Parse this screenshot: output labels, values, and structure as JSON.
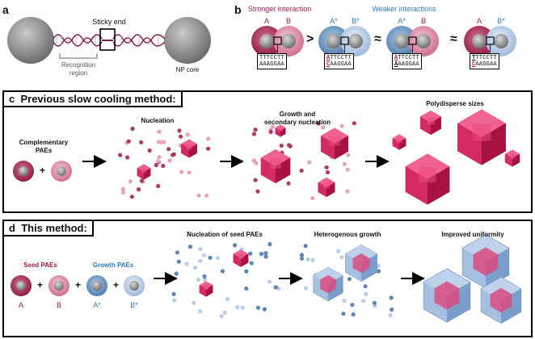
{
  "panel_a": {
    "letter": "a",
    "sticky_end": "Sticky end",
    "recognition_region": "Recognition\nregion",
    "np_core": "NP core"
  },
  "panel_b": {
    "letter": "b",
    "stronger": "Stronger interaction",
    "weaker": "Weaker interactions",
    "pairs": [
      {
        "left": "A",
        "right": "B",
        "top": "TTTCCTT",
        "bottom": "AAAGGAA",
        "top_mut": "",
        "bottom_mut": ""
      },
      {
        "left": "A*",
        "right": "B*",
        "top": "TTCCTT",
        "bottom": "AAGGAA",
        "top_mut": "A",
        "bottom_mut": "C"
      },
      {
        "left": "A*",
        "right": "B",
        "top": "TTCCTT",
        "bottom": "AAGGAA",
        "top_mut": "A",
        "bottom_mut": "A"
      },
      {
        "left": "A",
        "right": "B*",
        "top": "TTCCTT",
        "bottom": "AAGGAA",
        "top_mut": "T",
        "bottom_mut": "C"
      }
    ],
    "ops": [
      ">",
      "≈",
      "≈"
    ],
    "colors": {
      "stronger": "#9b1b4d",
      "weaker": "#2b7bbd"
    }
  },
  "panel_c": {
    "letter": "c",
    "title": "Previous slow cooling method:",
    "complementary": "Complementary\nPAEs",
    "plus": "+",
    "nucleation": "Nucleation",
    "growth": "Growth and\nsecondary nucleation",
    "polydisperse": "Polydisperse sizes"
  },
  "panel_d": {
    "letter": "d",
    "title": "This method:",
    "seed": "Seed PAEs",
    "growth_paes": "Growth PAEs",
    "labels": [
      "A",
      "B",
      "A*",
      "B*"
    ],
    "plus": "+",
    "nucleation_seed": "Nucleation of seed PAEs",
    "hetero": "Heterogenous growth",
    "uniform": "Improved uniformity",
    "colors": {
      "seed": "#9b1b4d",
      "growth": "#2b7bbd"
    }
  }
}
